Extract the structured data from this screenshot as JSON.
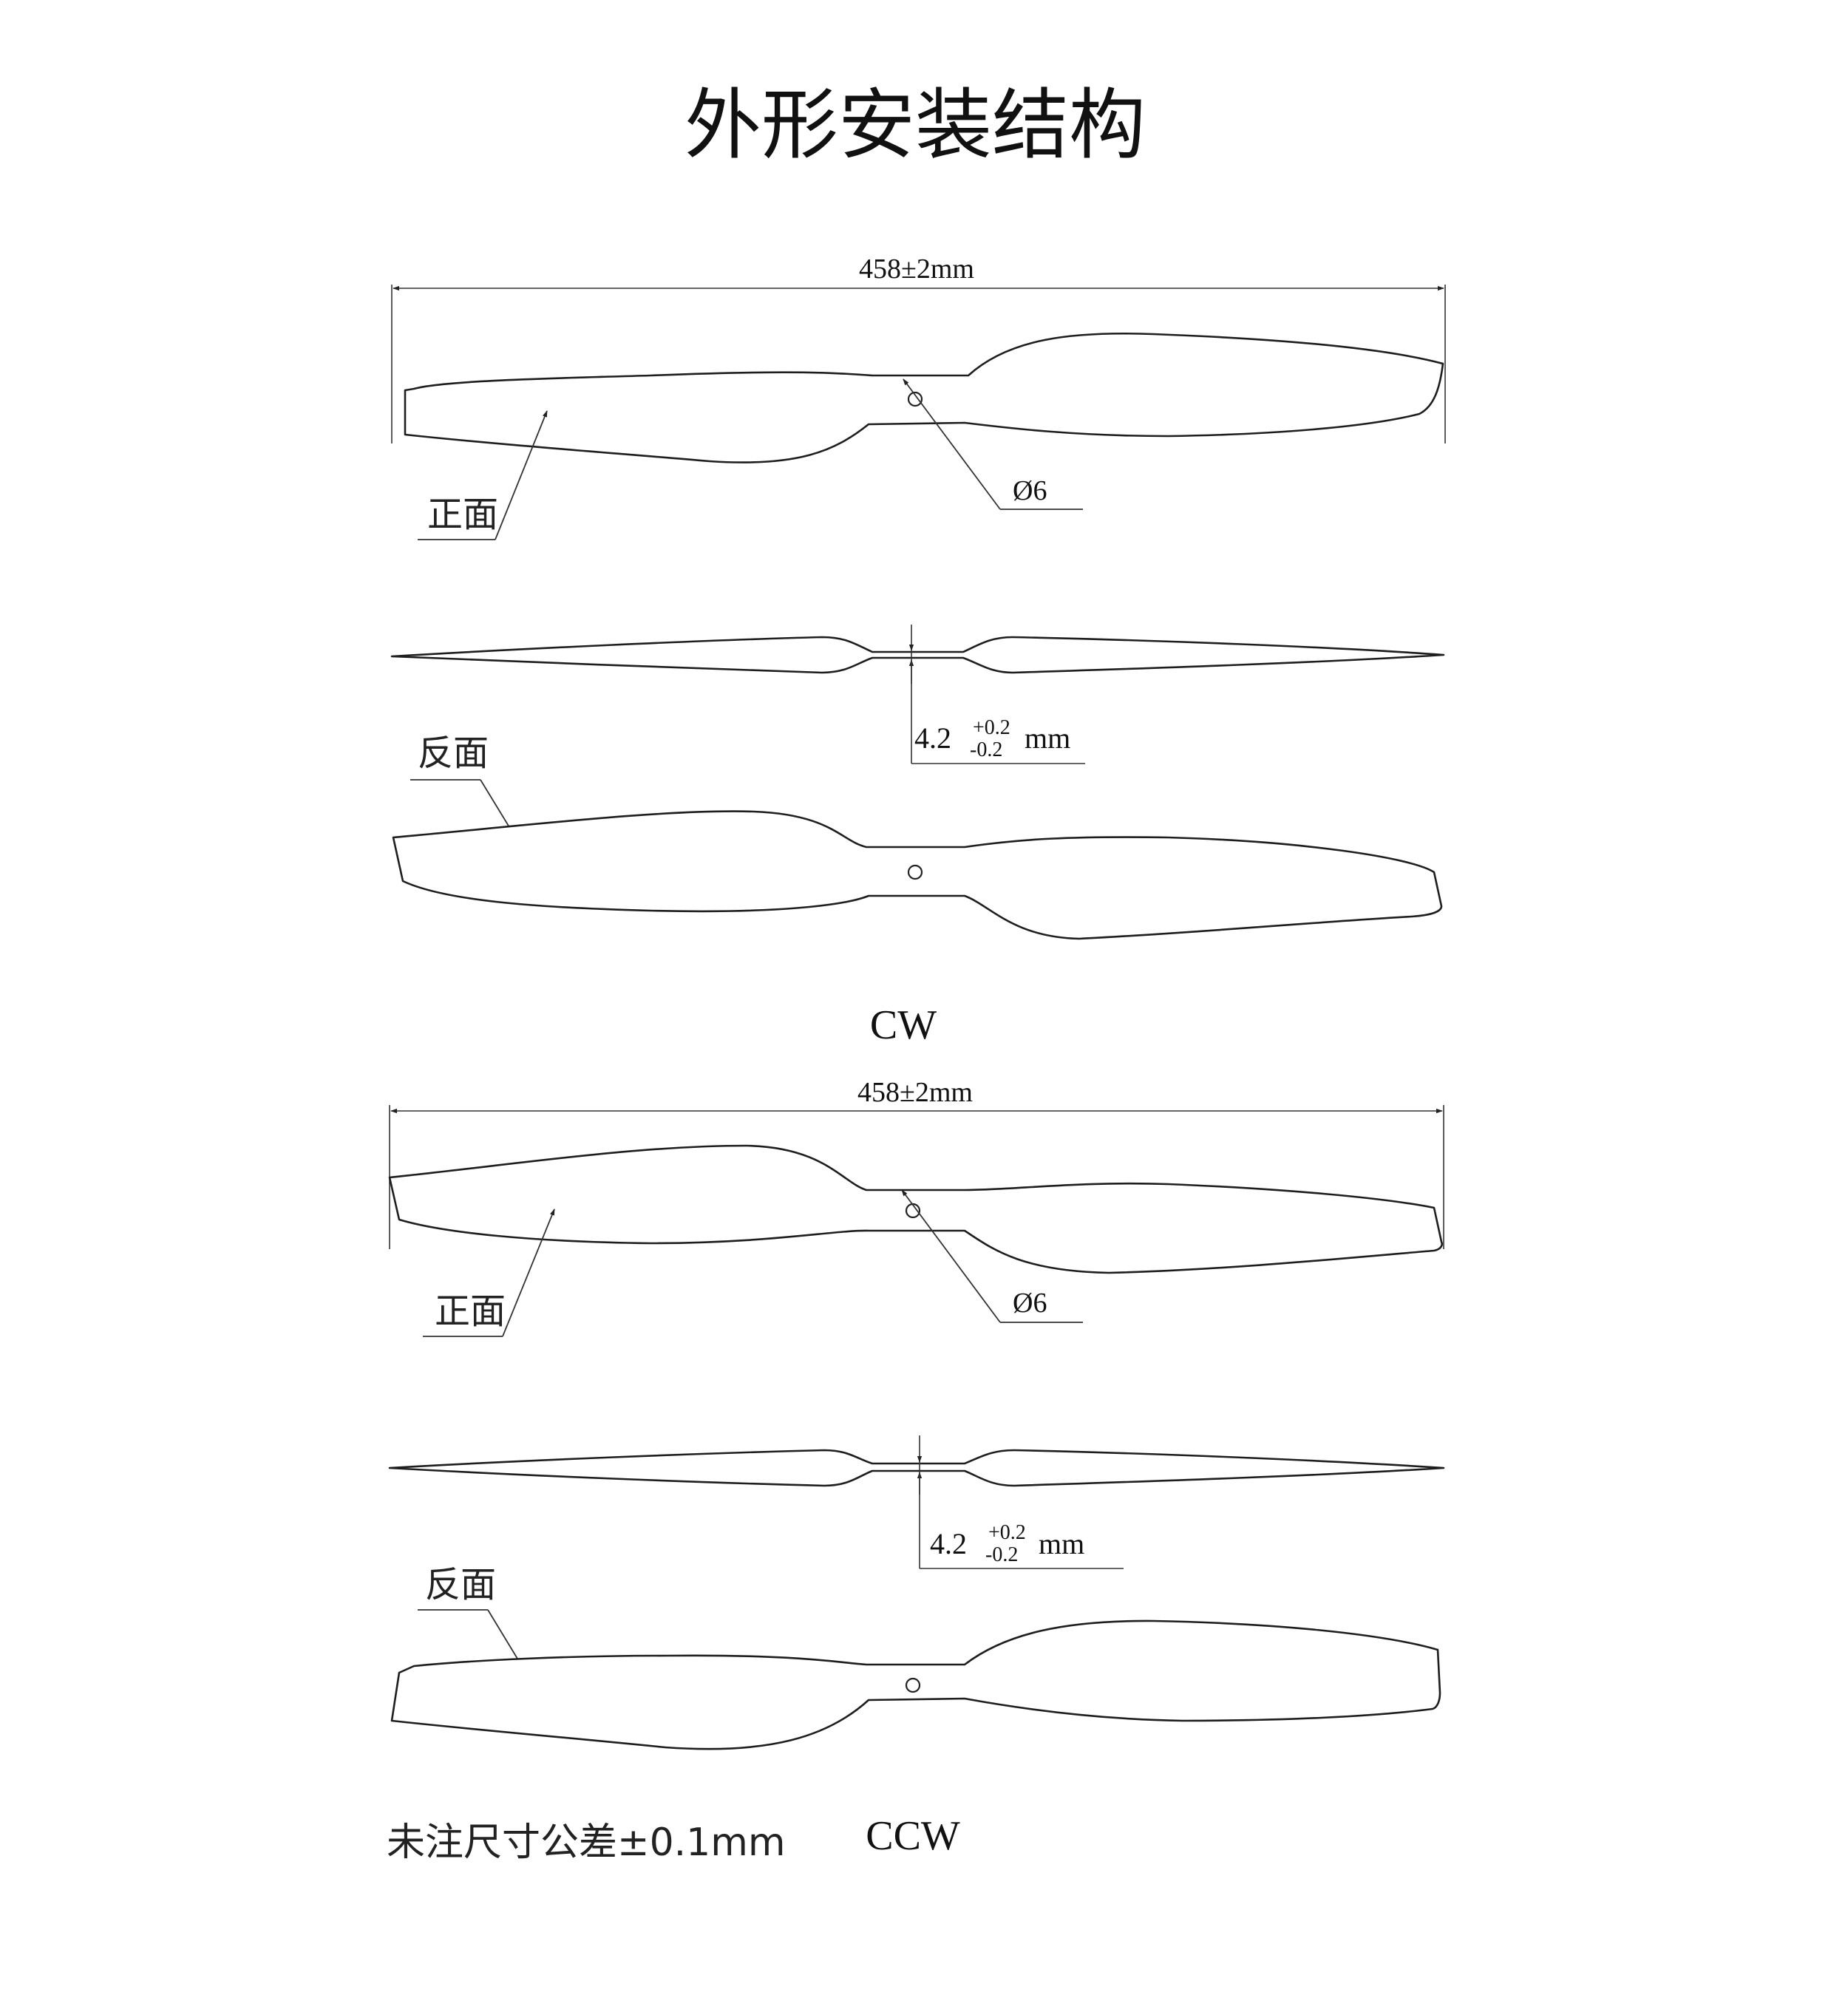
{
  "title": "外形安装结构",
  "cw": {
    "length_dim": "458±2mm",
    "front_label": "正面",
    "hole_dim": "Ø6",
    "thickness_value": "4.2",
    "thickness_tol_upper": "+0.2",
    "thickness_tol_lower": "-0.2",
    "thickness_unit": "mm",
    "back_label": "反面",
    "rotation": "CW"
  },
  "ccw": {
    "length_dim": "458±2mm",
    "front_label": "正面",
    "hole_dim": "Ø6",
    "thickness_value": "4.2",
    "thickness_tol_upper": "+0.2",
    "thickness_tol_lower": "-0.2",
    "thickness_unit": "mm",
    "back_label": "反面",
    "rotation": "CCW"
  },
  "note": "未注尺寸公差±0.1mm"
}
